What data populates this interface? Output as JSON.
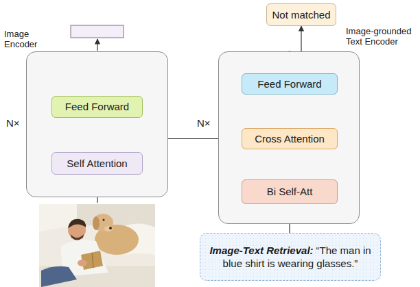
{
  "diagram": {
    "nodes": [
      {
        "text": [
          "Image Encoder"
        ]
      },
      {
        "text": [
          "Feed Forward"
        ],
        "in": 0
      },
      {
        "text": [
          "Self Attention"
        ],
        "in": 0
      },
      {
        "text": [
          "Not matched"
        ]
      },
      {
        "text": [
          "Image-grounded Text Encoder"
        ]
      },
      {
        "text": [
          "Feed Forward"
        ],
        "in": 4
      },
      {
        "text": [
          "Cross Attention"
        ],
        "in": 4
      },
      {
        "text": [
          "Bi Self-Att"
        ],
        "in": 4
      },
      {
        "text": [
          "Image-Text Retrieval:",
          "“The man in blue shirt is wearing glasses.”"
        ]
      }
    ],
    "edges": [
      {
        "from": 2,
        "to": 1,
        "arrow": "to"
      },
      {
        "from": 8,
        "to": 7,
        "arrow": "to"
      },
      {
        "from": 7,
        "to": 6,
        "arrow": "to"
      },
      {
        "from": 6,
        "to": 5,
        "arrow": "to"
      },
      {
        "from": 5,
        "to": 3,
        "arrow": "to"
      },
      {
        "from": 0,
        "to": 6,
        "arrow": "to"
      }
    ],
    "labels": [
      "N×",
      "N×"
    ]
  }
}
